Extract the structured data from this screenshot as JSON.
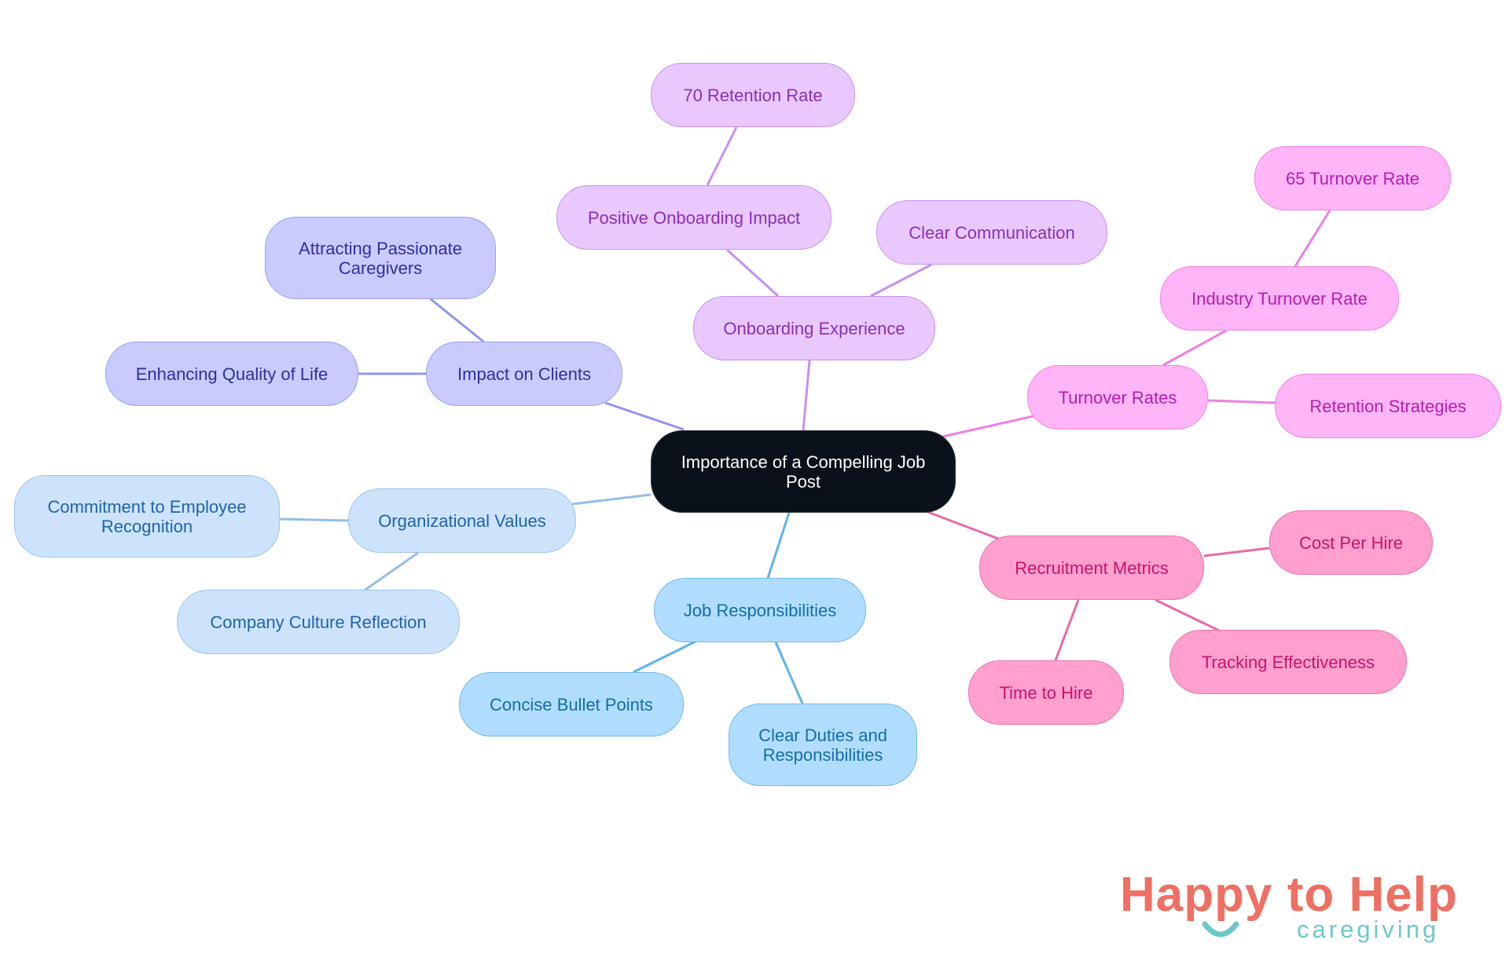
{
  "colors": {
    "root": "#0b111b",
    "indigo_edge": "#8f95ec",
    "violet_edge": "#c790f0",
    "magenta_edge": "#ef7fe0",
    "pink_edge": "#e86aa8",
    "lightblue_edge": "#93bde9",
    "skyblue_edge": "#62b2e8",
    "logo_coral": "#ef6f62",
    "logo_teal": "#6cc8c9"
  },
  "mindmap": {
    "root": "Importance of a Compelling Job\nPost",
    "impact_on_clients": {
      "label": "Impact on Clients",
      "children": [
        "Attracting Passionate\nCaregivers",
        "Enhancing Quality of Life"
      ]
    },
    "onboarding_experience": {
      "label": "Onboarding Experience",
      "positive_onboarding_impact": "Positive Onboarding Impact",
      "retention_70": "70 Retention Rate",
      "clear_communication": "Clear Communication"
    },
    "turnover_rates": {
      "label": "Turnover Rates",
      "industry_turnover_rate": "Industry Turnover Rate",
      "turnover_65": "65 Turnover Rate",
      "retention_strategies": "Retention Strategies"
    },
    "recruitment_metrics": {
      "label": "Recruitment Metrics",
      "children": [
        "Cost Per Hire",
        "Tracking Effectiveness",
        "Time to Hire"
      ]
    },
    "job_responsibilities": {
      "label": "Job Responsibilities",
      "children": [
        "Concise Bullet Points",
        "Clear Duties and\nResponsibilities"
      ]
    },
    "organizational_values": {
      "label": "Organizational Values",
      "children": [
        "Commitment to Employee\nRecognition",
        "Company Culture Reflection"
      ]
    }
  },
  "logo": {
    "happy": "Happy",
    "to_help": "to Help",
    "sub": "caregiving"
  }
}
